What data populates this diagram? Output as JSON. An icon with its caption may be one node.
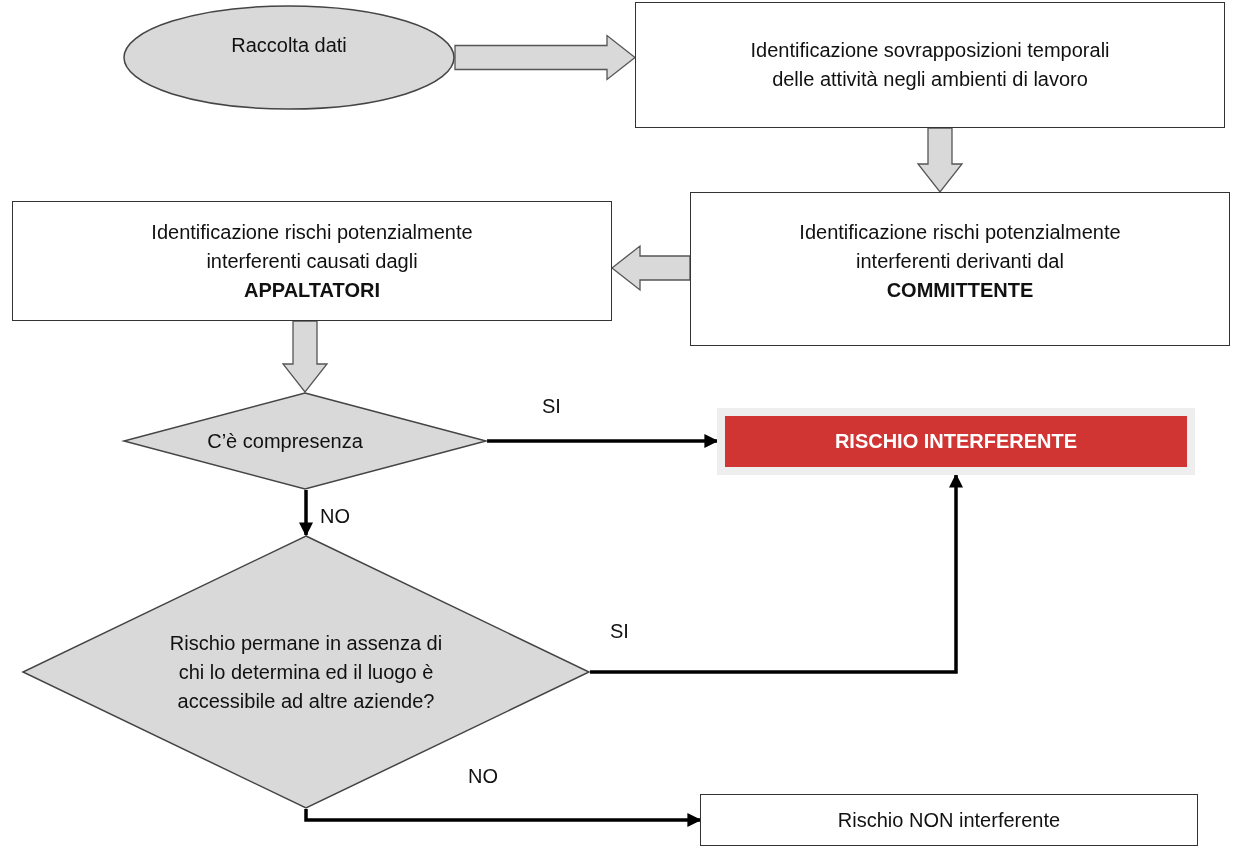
{
  "diagram": {
    "nodes": [
      {
        "text": [
          "Raccolta dati"
        ]
      },
      {
        "text": [
          "Identificazione sovrapposizioni temporali delle attività negli ambienti di lavoro"
        ]
      },
      {
        "text": [
          "Identificazione rischi potenzialmente interferenti derivanti dal **COMMITTENTE**"
        ]
      },
      {
        "text": [
          "Identificazione rischi potenzialmente interferenti causati dagli **APPALTATORI**"
        ]
      },
      {
        "text": [
          "C’è compresenza"
        ]
      },
      {
        "text": [
          "RISCHIO INTERFERENTE"
        ]
      },
      {
        "text": [
          "Rischio permane in assenza di chi lo determina ed il luogo è accessibile ad altre aziende?"
        ]
      },
      {
        "text": [
          "Rischio NON interferente"
        ]
      }
    ],
    "edges": [
      {
        "from": 0,
        "to": 1,
        "arrow": "to",
        "style": "thick"
      },
      {
        "from": 1,
        "to": 2,
        "arrow": "to",
        "style": "thick"
      },
      {
        "from": 2,
        "to": 3,
        "arrow": "to",
        "style": "thick"
      },
      {
        "from": 3,
        "to": 4,
        "arrow": "to",
        "style": "thick"
      },
      {
        "from": 4,
        "to": 5,
        "arrow": "to",
        "label": "SI"
      },
      {
        "from": 4,
        "to": 6,
        "arrow": "to",
        "label": "NO"
      },
      {
        "from": 6,
        "to": 5,
        "arrow": "to",
        "label": "SI"
      },
      {
        "from": 6,
        "to": 7,
        "arrow": "to",
        "label": "NO"
      }
    ]
  }
}
